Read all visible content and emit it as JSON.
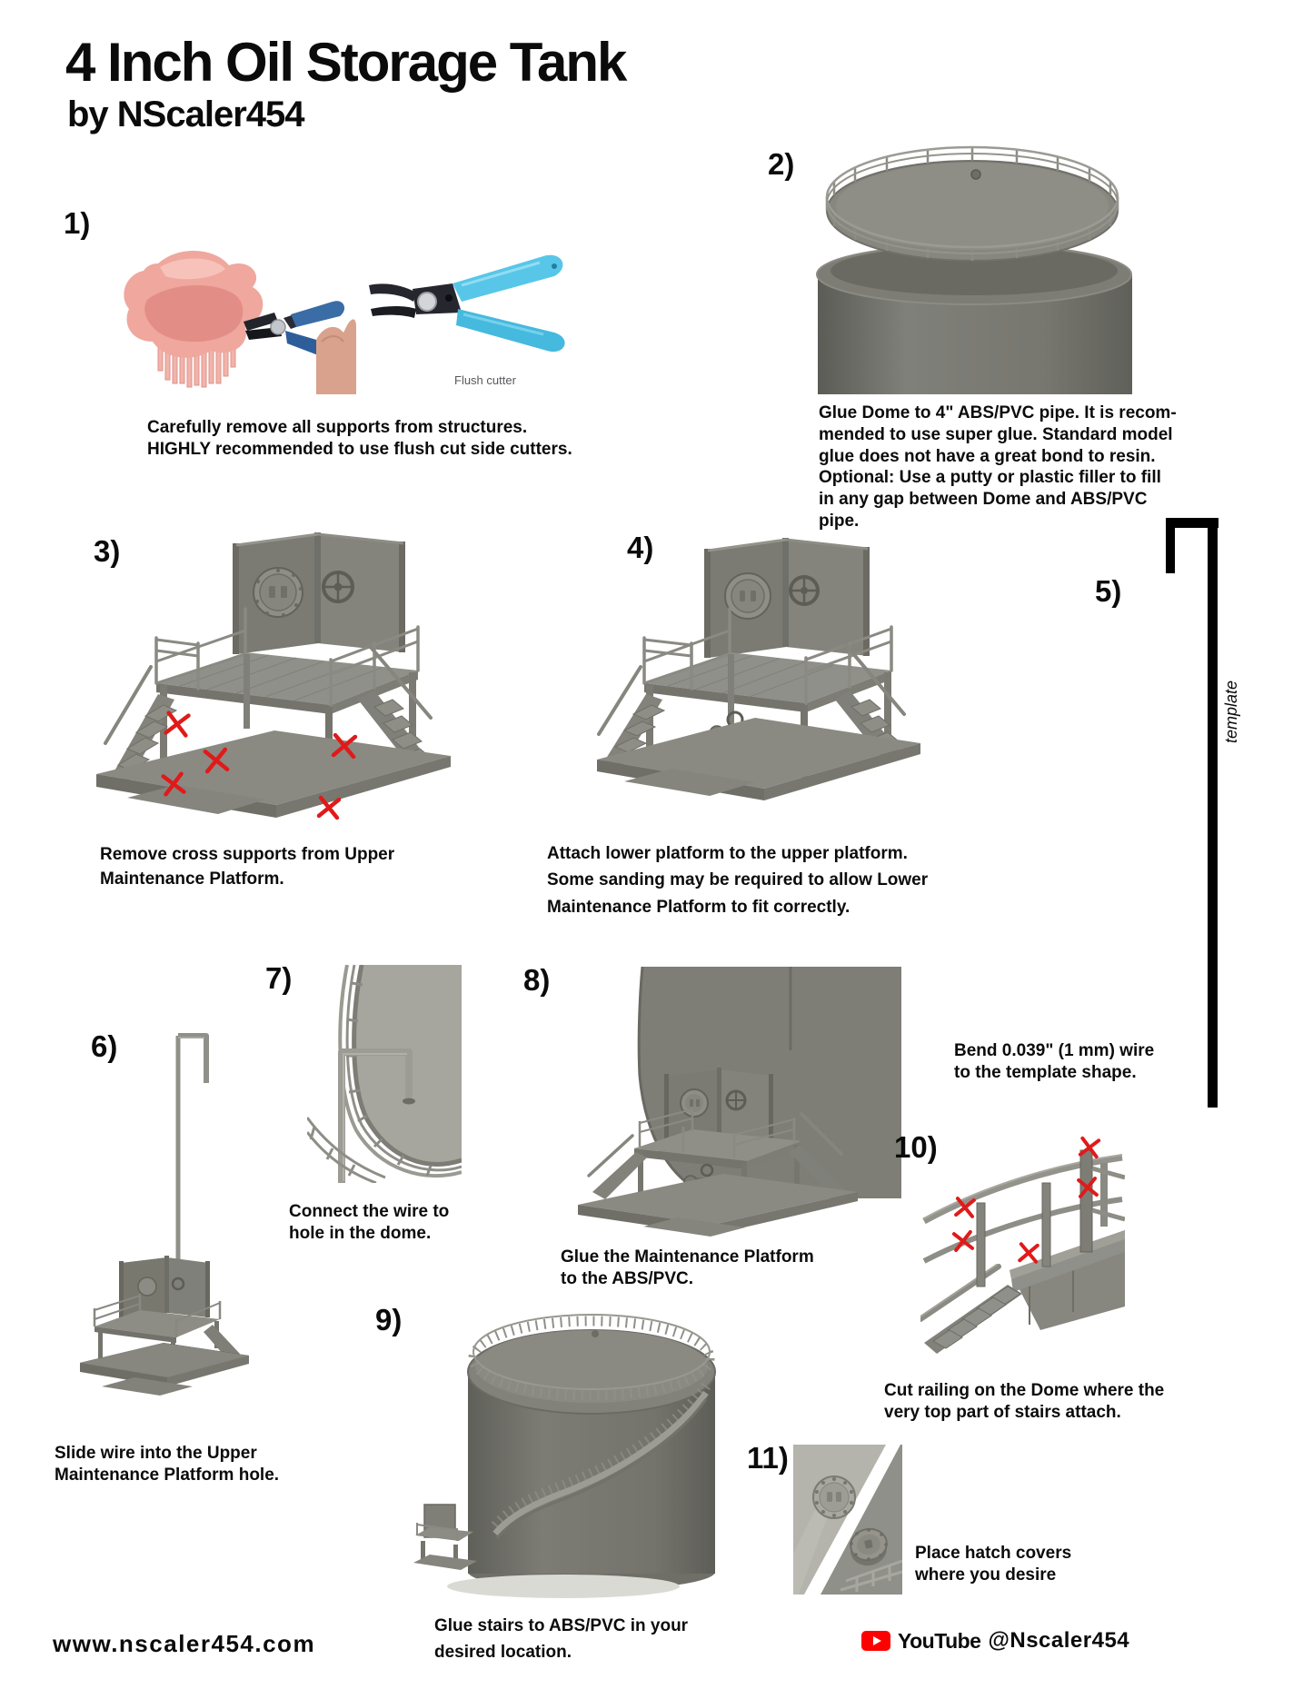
{
  "header": {
    "title": "4 Inch Oil Storage Tank",
    "subtitle": "by NScaler454"
  },
  "steps": {
    "s1": {
      "label": "1)",
      "caption": "Carefully remove all supports from structures.\nHIGHLY recommended to use flush cut side cutters.",
      "tool_label": "Flush cutter"
    },
    "s2": {
      "label": "2)",
      "caption": "Glue Dome to 4\" ABS/PVC pipe. It is recom-\nmended to use super glue. Standard model\nglue does not have a great bond to resin.\nOptional: Use a putty or plastic filler to fill\nin any gap between Dome and ABS/PVC\npipe."
    },
    "s3": {
      "label": "3)",
      "caption": "Remove cross supports from Upper\nMaintenance Platform."
    },
    "s4": {
      "label": "4)",
      "caption": "Attach lower platform to the upper platform.\nSome sanding may be required to allow Lower\nMaintenance Platform to fit correctly."
    },
    "s5": {
      "label": "5)",
      "caption": "Bend 0.039\" (1 mm) wire\nto the template shape.",
      "template_label": "template"
    },
    "s6": {
      "label": "6)",
      "caption": "Slide wire into the Upper\nMaintenance Platform hole."
    },
    "s7": {
      "label": "7)",
      "caption": "Connect the wire to\nhole in the dome."
    },
    "s8": {
      "label": "8)",
      "caption": "Glue the Maintenance Platform\nto the ABS/PVC."
    },
    "s9": {
      "label": "9)",
      "caption": "Glue stairs to ABS/PVC in your\ndesired location."
    },
    "s10": {
      "label": "10)",
      "caption": "Cut railing on the Dome where the\nvery top part of stairs attach."
    },
    "s11": {
      "label": "11)",
      "caption": "Place hatch covers\nwhere you desire"
    }
  },
  "footer": {
    "website": "www.nscaler454.com",
    "youtube_brand": "YouTube",
    "youtube_handle": "@Nscaler454"
  },
  "colors": {
    "red_x": "#e01a1a",
    "youtube_red": "#ff0000",
    "render_gray": "#85857e",
    "cutter_blue": "#56c4e7",
    "resin_pink": "#efa79e"
  }
}
